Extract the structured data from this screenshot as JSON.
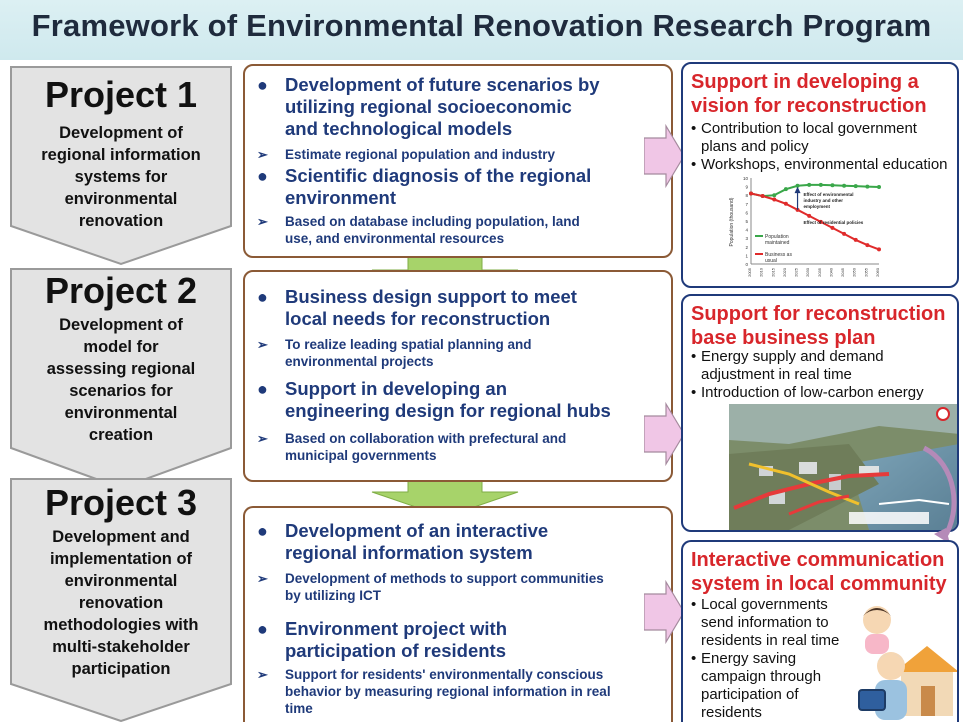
{
  "title": "Framework of Environmental Renovation Research Program",
  "projects": [
    {
      "title": "Project 1",
      "desc": "Development of\nregional information\nsystems for\nenvironmental\nrenovation"
    },
    {
      "title": "Project 2",
      "desc": "Development of\nmodel for\nassessing regional\nscenarios for\nenvironmental\ncreation"
    },
    {
      "title": "Project 3",
      "desc": "Development and\nimplementation of\nenvironmental\nrenovation\nmethodologies with\nmulti-stakeholder\nparticipation"
    }
  ],
  "middle": [
    {
      "bullets": [
        {
          "text": "Development of future scenarios by\nutilizing regional socioeconomic\nand technological models",
          "sub": "Estimate regional population and industry"
        },
        {
          "text": "Scientific diagnosis of the regional\nenvironment",
          "sub": "Based on database including population, land\nuse, and environmental resources"
        }
      ]
    },
    {
      "bullets": [
        {
          "text": "Business design support to meet\nlocal needs for reconstruction",
          "sub": "To realize leading spatial planning  and\nenvironmental projects"
        },
        {
          "text": "Support in developing an\nengineering design for regional hubs",
          "sub": "Based on collaboration with prefectural and\nmunicipal governments"
        }
      ]
    },
    {
      "bullets": [
        {
          "text": "Development of an interactive\nregional information system",
          "sub": "Development of methods to support communities\nby utilizing ICT"
        },
        {
          "text": "Environment project with\nparticipation of residents",
          "sub": "Support for residents' environmentally conscious\nbehavior by measuring regional information in real\ntime"
        }
      ]
    }
  ],
  "right": [
    {
      "heading": "Support in developing a\nvision for reconstruction",
      "items": [
        "Contribution to local government\nplans and policy",
        "Workshops, environmental education"
      ]
    },
    {
      "heading": "Support for reconstruction\nbase business plan",
      "items": [
        "Energy supply and demand\nadjustment in real time",
        "Introduction  of low-carbon energy"
      ]
    },
    {
      "heading": "Interactive communication\nsystem in local community",
      "items": [
        "Local governments\nsend information to\nresidents in real time",
        "Energy saving\ncampaign through\nparticipation of\nresidents"
      ]
    }
  ],
  "mini_chart": {
    "ylabel": "Population (thousand)",
    "legend_maintained": "Population\nmaintained",
    "legend_bau": "Business as\nusual",
    "annot1": "Effect of environmental\nindustry and other\nemployment",
    "annot2": "Effect of residential policies",
    "y_ticks": [
      "10",
      "9",
      "8",
      "7",
      "6",
      "5",
      "4",
      "3",
      "2",
      "1",
      "0"
    ],
    "x_ticks": [
      "2005",
      "2010",
      "2015",
      "2020",
      "2025",
      "2030",
      "2035",
      "2040",
      "2045",
      "2050",
      "2055",
      "2060"
    ],
    "maintained": [
      8.2,
      7.9,
      8.0,
      8.7,
      9.1,
      9.2,
      9.2,
      9.15,
      9.1,
      9.05,
      9.0,
      8.95
    ],
    "bau": [
      8.2,
      7.9,
      7.5,
      7.0,
      6.3,
      5.6,
      4.9,
      4.2,
      3.5,
      2.8,
      2.2,
      1.7
    ],
    "colors": {
      "maintained": "#3aa74a",
      "bau": "#e02b2b",
      "arrow": "#1f3a7a"
    }
  },
  "colors": {
    "chevron_fill": "#e3e3e3",
    "chevron_stroke": "#9a9a9a",
    "mid_border": "#8b5a36",
    "right_border": "#1f3a7a",
    "heading_red": "#d8262b",
    "down_arrow": "#a7d36a",
    "pink_arrow": "#f0c6e6"
  }
}
